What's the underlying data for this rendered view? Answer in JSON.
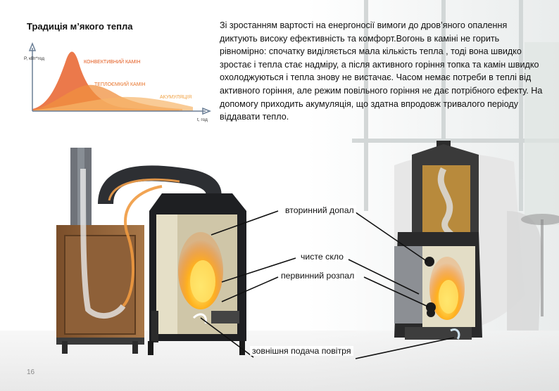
{
  "title": "Традиція м’якого тепла",
  "body_text": "Зі зростанням вартості на енергоносії вимоги до дров’яного опалення диктують високу ефективність та комфорт.Вогонь в каміні не горить рівномірно: спочатку виділяється мала кількість тепла , тоді вона швидко зростає і тепла стає надміру, а після активного горіння топка та камін швидко охолоджуються і тепла знову не вистачає. Часом немає потреби в теплі від активного горіння, але режим повільного горіння не дає потрібного ефекту. На допомогу приходить акумуляція, що здатна впродовж тривалого періоду віддавати тепло.",
  "graph": {
    "ylabel": "P, кВт*год",
    "xlabel": "t, год",
    "series": [
      "КОНВЕКТИВНИЙ КАМІН",
      "ТЕПЛОЄМКИЙ КАМІН",
      "АКУМУЛЯЦІЯ"
    ],
    "colors": [
      "#e8622b",
      "#f0903f",
      "#f6b56a"
    ]
  },
  "labels": [
    "вторинний допал",
    "чисте скло",
    "первинний розпал",
    "зовнішня подача повітря"
  ],
  "page_number": "16"
}
